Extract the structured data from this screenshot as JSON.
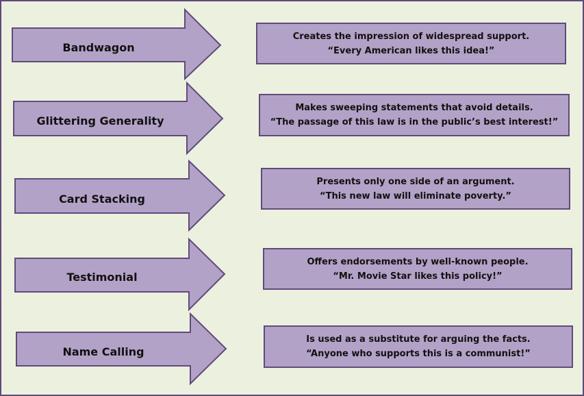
{
  "colors": {
    "background": "#ebf1de",
    "frame_border": "#5f497a",
    "shape_fill": "#b3a2c7",
    "shape_border": "#604a7b"
  },
  "items": [
    {
      "term": "Bandwagon",
      "definition": "Creates the impression of widespread support.",
      "example": "“Every American likes this idea!”"
    },
    {
      "term": "Glittering Generality",
      "definition": "Makes sweeping statements that avoid details.",
      "example": "“The passage of this law is in the public’s best interest!”"
    },
    {
      "term": "Card Stacking",
      "definition": "Presents only one side of an argument.",
      "example": "“This new law will eliminate poverty.”"
    },
    {
      "term": "Testimonial",
      "definition": "Offers endorsements by well-known people.",
      "example": "“Mr. Movie Star likes this policy!”"
    },
    {
      "term": "Name Calling",
      "definition": "Is used as a substitute for arguing the facts.",
      "example": "“Anyone who supports this is a communist!”"
    }
  ]
}
